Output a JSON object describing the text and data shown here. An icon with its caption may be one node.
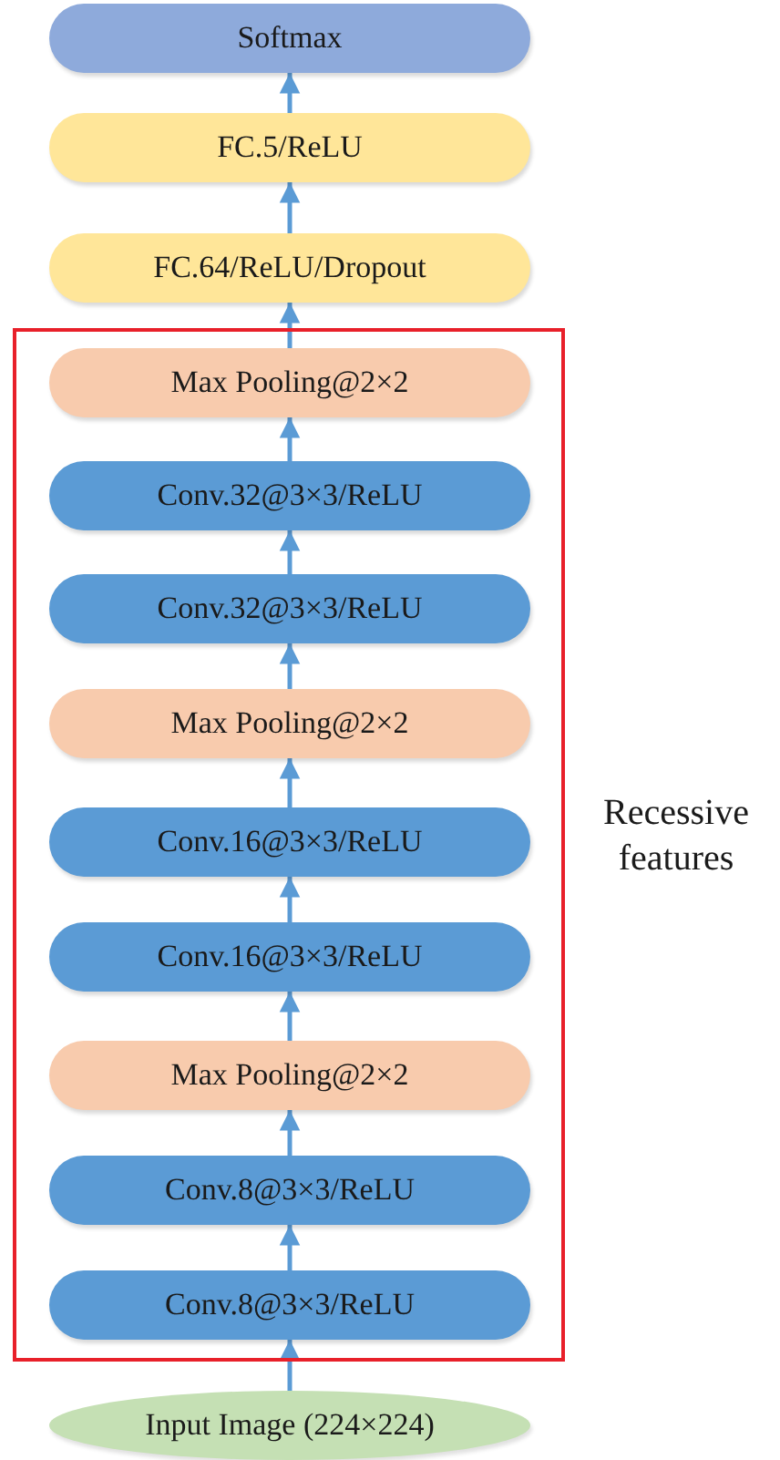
{
  "diagram": {
    "nodes": [
      {
        "text": [
          "Softmax"
        ]
      },
      {
        "text": [
          "FC.5/ReLU"
        ]
      },
      {
        "text": [
          "FC.64/ReLU/Dropout"
        ]
      },
      {
        "text": [],
        "shape": "box",
        "beside": [
          "Recessive features"
        ]
      },
      {
        "text": [
          "Max Pooling@2×2"
        ],
        "in": 3
      },
      {
        "text": [
          "Conv.32@3×3/ReLU"
        ],
        "in": 3
      },
      {
        "text": [
          "Conv.32@3×3/ReLU"
        ],
        "in": 3
      },
      {
        "text": [
          "Max Pooling@2×2"
        ],
        "in": 3
      },
      {
        "text": [
          "Conv.16@3×3/ReLU"
        ],
        "in": 3
      },
      {
        "text": [
          "Conv.16@3×3/ReLU"
        ],
        "in": 3
      },
      {
        "text": [
          "Max Pooling@2×2"
        ],
        "in": 3
      },
      {
        "text": [
          "Conv.8@3×3/ReLU"
        ],
        "in": 3
      },
      {
        "text": [
          "Conv.8@3×3/ReLU"
        ],
        "in": 3
      },
      {
        "text": [
          "Input Image (224×224)"
        ]
      }
    ],
    "edges": [
      {
        "from": 13,
        "to": 12,
        "arrow": "to"
      },
      {
        "from": 12,
        "to": 11,
        "arrow": "to"
      },
      {
        "from": 11,
        "to": 10,
        "arrow": "to"
      },
      {
        "from": 10,
        "to": 9,
        "arrow": "to"
      },
      {
        "from": 9,
        "to": 8,
        "arrow": "to"
      },
      {
        "from": 8,
        "to": 7,
        "arrow": "to"
      },
      {
        "from": 7,
        "to": 6,
        "arrow": "to"
      },
      {
        "from": 6,
        "to": 5,
        "arrow": "to"
      },
      {
        "from": 5,
        "to": 4,
        "arrow": "to"
      },
      {
        "from": 4,
        "to": 2,
        "arrow": "to"
      },
      {
        "from": 2,
        "to": 1,
        "arrow": "to"
      },
      {
        "from": 1,
        "to": 0,
        "arrow": "to"
      }
    ]
  }
}
